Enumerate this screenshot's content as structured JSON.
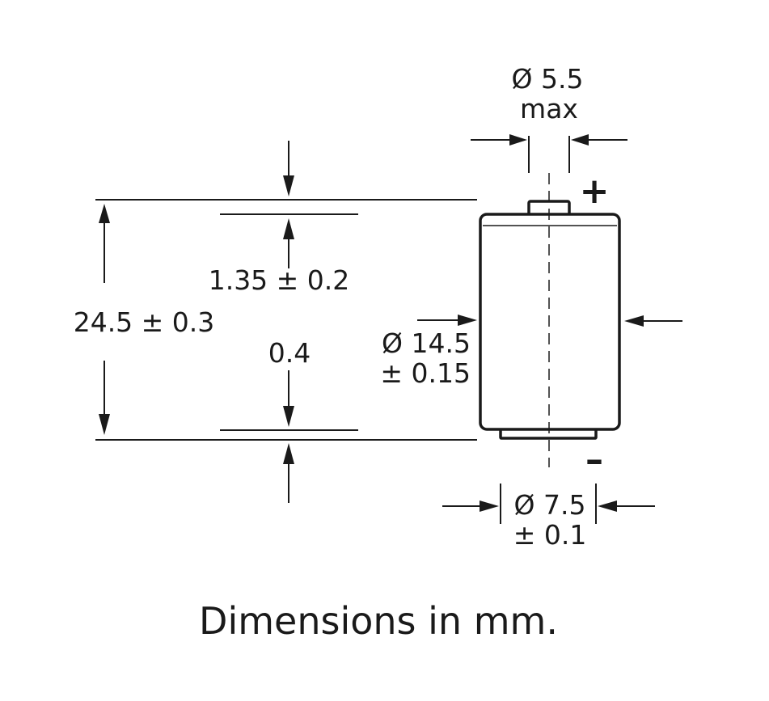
{
  "diagram": {
    "top_terminal_diameter": {
      "line1": "Ø 5.5",
      "line2": "max"
    },
    "overall_height": "24.5 ± 0.3",
    "top_cap_height": "1.35 ± 0.2",
    "bottom_cap_height": "0.4",
    "body_diameter": {
      "line1": "Ø 14.5",
      "line2": "± 0.15"
    },
    "bottom_terminal_diameter": {
      "line1": "Ø 7.5",
      "line2": "± 0.1"
    },
    "positive_symbol": "+",
    "negative_symbol": "–",
    "caption": "Dimensions in mm."
  }
}
